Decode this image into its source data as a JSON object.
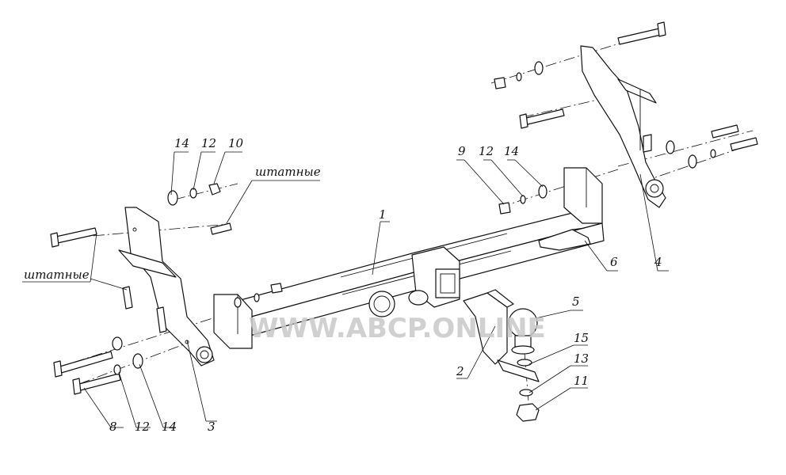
{
  "callouts": {
    "n1": "1",
    "n2": "2",
    "n3": "3",
    "n4": "4",
    "n5": "5",
    "n6": "6",
    "n8": "8",
    "n9": "9",
    "n10": "10",
    "n11": "11",
    "n12_left_top": "12",
    "n12_right": "12",
    "n12_bottom": "12",
    "n13": "13",
    "n14_left_top": "14",
    "n14_right": "14",
    "n14_bottom": "14",
    "n15": "15"
  },
  "labels": {
    "stock_top": "штатные",
    "stock_left": "штатные"
  },
  "watermark": "WWW.ABCP.ONLINE"
}
